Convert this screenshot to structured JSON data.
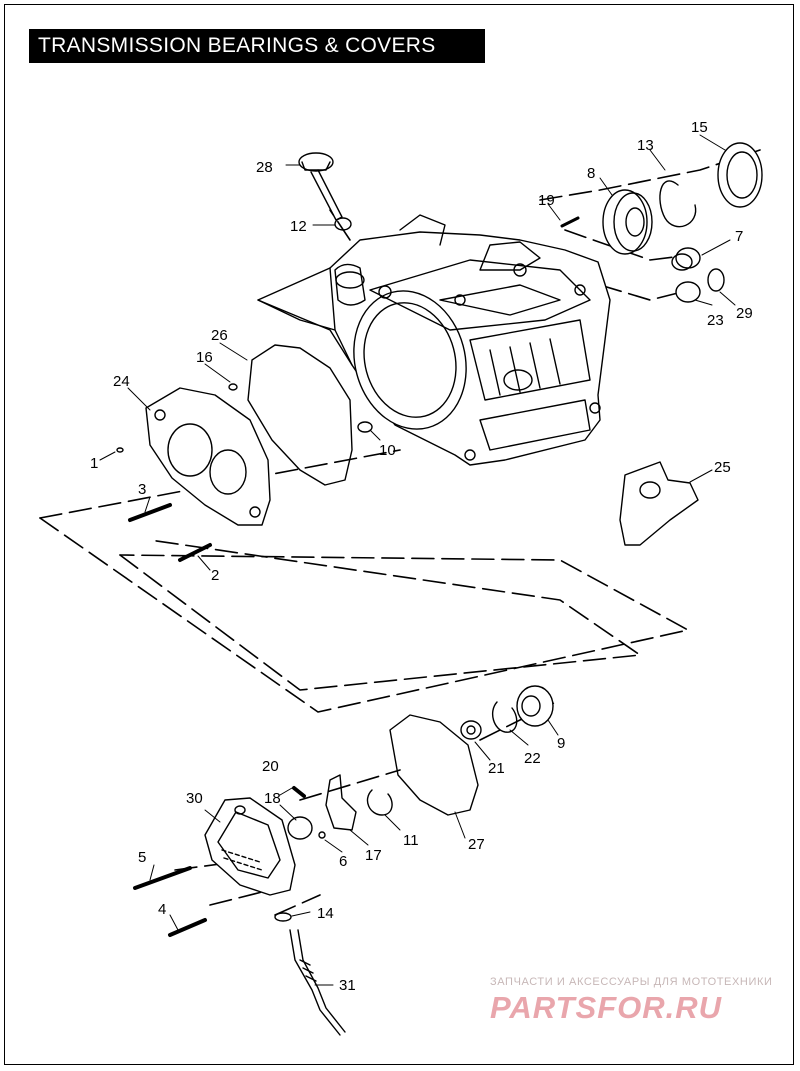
{
  "title": "TRANSMISSION BEARINGS & COVERS",
  "watermark": {
    "subtitle": "ЗАПЧАСТИ И АКСЕССУАРЫ ДЛЯ МОТОТЕХНИКИ",
    "brand": "PARTSFOR.RU"
  },
  "callouts": {
    "c1": "1",
    "c2": "2",
    "c3": "3",
    "c4": "4",
    "c5": "5",
    "c6": "6",
    "c7": "7",
    "c8": "8",
    "c9": "9",
    "c10": "10",
    "c11": "11",
    "c12": "12",
    "c13": "13",
    "c14": "14",
    "c15": "15",
    "c16": "16",
    "c17": "17",
    "c18": "18",
    "c19": "19",
    "c20": "20",
    "c21": "21",
    "c22": "22",
    "c23": "23",
    "c24": "24",
    "c25": "25",
    "c26": "26",
    "c27": "27",
    "c28": "28",
    "c29": "29",
    "c30": "30",
    "c31": "31"
  },
  "colors": {
    "ink": "#000000",
    "watermark": "#e9a6ac"
  }
}
